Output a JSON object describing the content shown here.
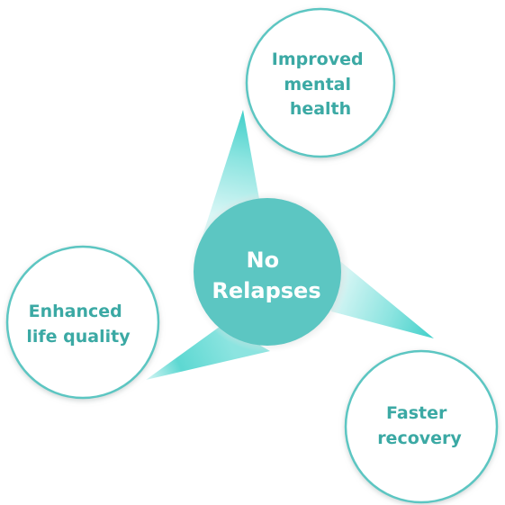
{
  "diagram": {
    "center": {
      "lines": [
        "No",
        "Relapses"
      ]
    },
    "benefits": [
      {
        "lines": [
          "Improved",
          "mental",
          "health"
        ]
      },
      {
        "lines": [
          "Enhanced",
          "life quality"
        ]
      },
      {
        "lines": [
          "Faster",
          "recovery"
        ]
      }
    ]
  },
  "colors": {
    "center_fill": "#5CC6C2",
    "center_text": "#ffffff",
    "node_border": "#5CC6C2",
    "node_text": "#3BA9A4",
    "wedge_light": "#D8F6F5",
    "wedge_mid": "#8CE4E0",
    "wedge_dark": "#3FCFC9"
  }
}
